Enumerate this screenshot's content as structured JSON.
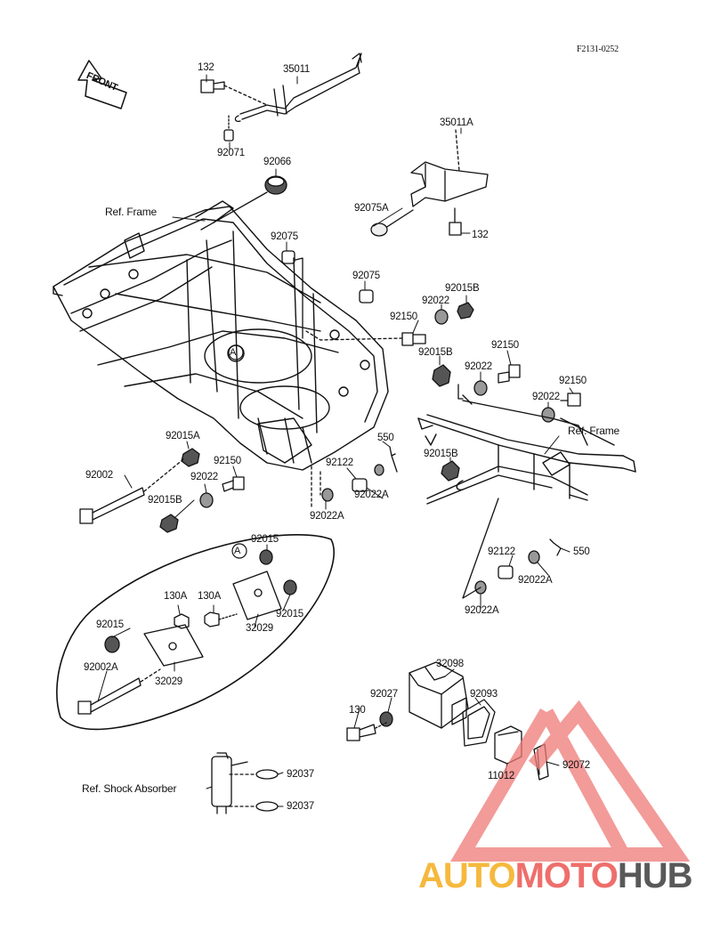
{
  "diagram": {
    "code": "F2131-0252",
    "front_label": "FRONT",
    "callout_a": "A",
    "labels": {
      "l_132_top": "132",
      "l_35011": "35011",
      "l_92071": "92071",
      "l_92066": "92066",
      "l_35011A": "35011A",
      "l_ref_frame_1": "Ref. Frame",
      "l_92075A": "92075A",
      "l_132_right": "132",
      "l_92075_1": "92075",
      "l_92075_2": "92075",
      "l_92015B_1": "92015B",
      "l_92022_1": "92022",
      "l_92150_1": "92150",
      "l_92015B_2": "92015B",
      "l_92150_2": "92150",
      "l_92022_2": "92022",
      "l_92150_3": "92150",
      "l_92022_3": "92022",
      "l_ref_frame_2": "Ref. Frame",
      "l_92015A": "92015A",
      "l_550_1": "550",
      "l_92150_4": "92150",
      "l_92122_1": "92122",
      "l_92015B_3": "92015B",
      "l_92002": "92002",
      "l_92022_4": "92022",
      "l_92022A_1": "92022A",
      "l_92015B_4": "92015B",
      "l_92022A_2": "92022A",
      "l_92015_1": "92015",
      "l_550_2": "550",
      "l_92122_2": "92122",
      "l_92022A_3": "92022A",
      "l_130A_1": "130A",
      "l_130A_2": "130A",
      "l_92015_2": "92015",
      "l_92015_3": "92015",
      "l_32029_1": "32029",
      "l_92022A_4": "92022A",
      "l_92002A": "92002A",
      "l_32029_2": "32029",
      "l_32098": "32098",
      "l_92027": "92027",
      "l_92093": "92093",
      "l_130": "130",
      "l_11012": "11012",
      "l_92072": "92072",
      "l_92037_1": "92037",
      "l_ref_shock": "Ref. Shock Absorber",
      "l_92037_2": "92037"
    }
  },
  "watermark": {
    "part1": "AUTO",
    "part2": "MOTO",
    "part3": "HUB",
    "color_yellow": "#f5b93d",
    "color_red": "#ee6f6c",
    "color_gray": "#595959"
  }
}
